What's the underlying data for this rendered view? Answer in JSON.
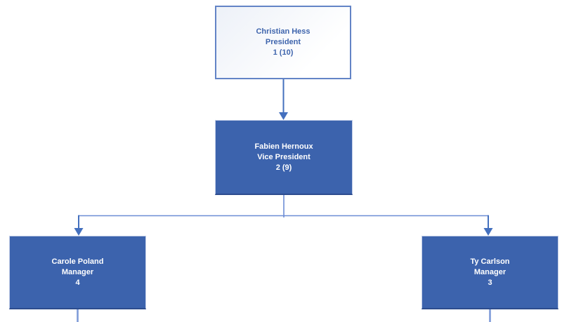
{
  "diagram": {
    "type": "org-chart",
    "colors": {
      "node_fill": "#3C63AD",
      "node_text": "#FFFFFF",
      "node_border_light": "#C3CEE8",
      "node_border_dark": "#2D4C8E",
      "root_fill_start": "#EDF1F8",
      "root_fill_end": "#FFFFFF",
      "root_border": "#6384C6",
      "root_text": "#3F65AD",
      "connector": "#4470BE",
      "connector_light": "#6D8ED5",
      "stub": "#7E9BD9"
    },
    "nodes": [
      {
        "id": "president",
        "name": "Christian Hess",
        "title": "President",
        "count": "1 (10)"
      },
      {
        "id": "vice-president",
        "name": "Fabien Hernoux",
        "title": "Vice President",
        "count": "2 (9)"
      },
      {
        "id": "manager-left",
        "name": "Carole Poland",
        "title": "Manager",
        "count": "4"
      },
      {
        "id": "manager-right",
        "name": "Ty Carlson",
        "title": "Manager",
        "count": "3"
      }
    ]
  }
}
